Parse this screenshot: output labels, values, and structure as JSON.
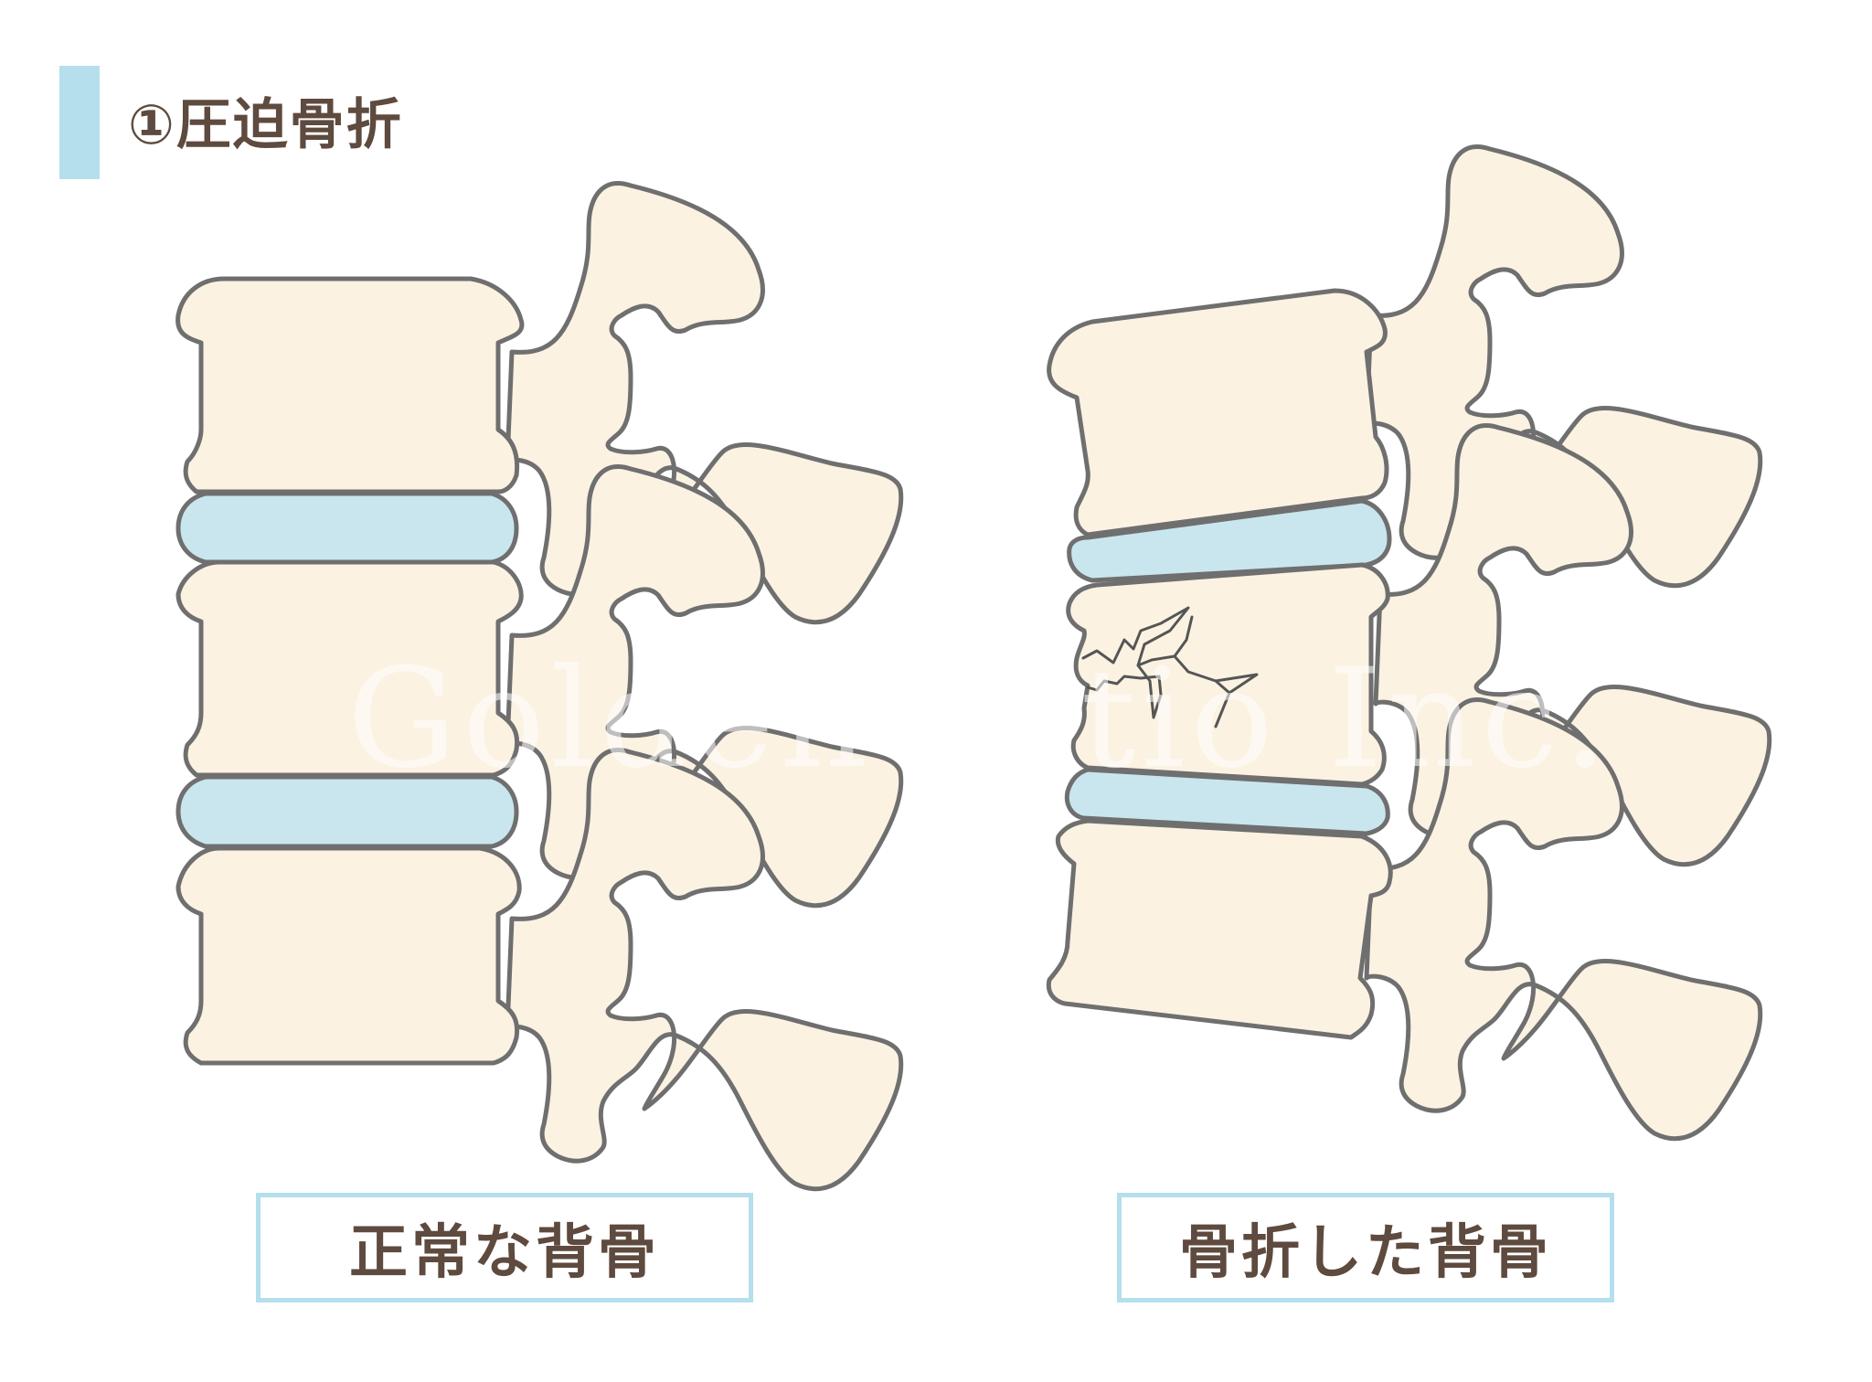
{
  "header": {
    "title": "①圧迫骨折"
  },
  "labels": {
    "normal": "正常な背骨",
    "fractured": "骨折した背骨"
  },
  "watermark": "Golden ratio Inc.",
  "colors": {
    "bone_fill": "#fbf2e2",
    "disc_fill": "#c9e6ee",
    "outline": "#6f6f6f",
    "accent": "#b5dfec",
    "text": "#5e4a3e"
  }
}
